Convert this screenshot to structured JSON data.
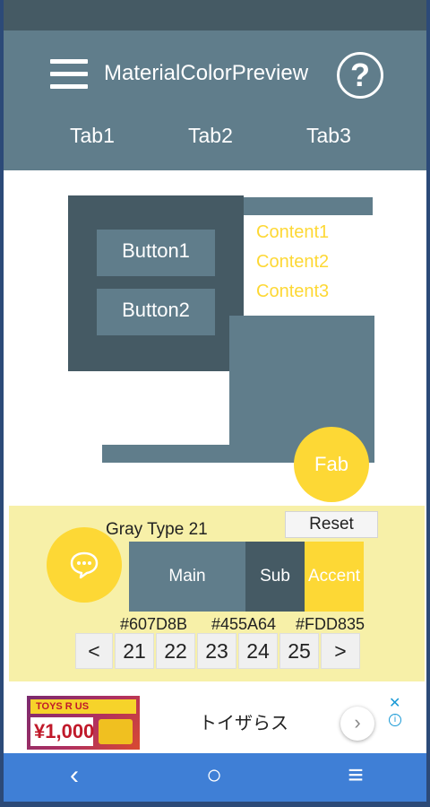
{
  "app_bar": {
    "title": "MaterialColorPreview",
    "menu_icon": "hamburger-menu-icon",
    "help_icon": "help-circle-icon",
    "help_glyph": "?",
    "tabs": [
      "Tab1",
      "Tab2",
      "Tab3"
    ]
  },
  "preview": {
    "buttons": [
      "Button1",
      "Button2"
    ],
    "contents": [
      "Content1",
      "Content2",
      "Content3"
    ],
    "fab_label": "Fab"
  },
  "palette": {
    "type_label": "Gray Type 21",
    "reset_label": "Reset",
    "chat_icon": "chat-bubble-icon",
    "swatches": [
      {
        "label": "Main",
        "hex": "#607D8B"
      },
      {
        "label": "Sub",
        "hex": "#455A64"
      },
      {
        "label": "Accent",
        "hex": "#FDD835"
      }
    ],
    "pager": {
      "prev": "<",
      "pages": [
        "21",
        "22",
        "23",
        "24",
        "25"
      ],
      "next": ">"
    }
  },
  "ad": {
    "brand_logo": "TOYS R US",
    "price_text": "¥1,000",
    "text": "トイザらス",
    "arrow": "›",
    "close": "✕",
    "info": "i"
  },
  "nav_bar": {
    "back_glyph": "‹",
    "home_glyph": "○",
    "menu_glyph": "≡"
  },
  "colors": {
    "primary": "#607D8B",
    "primary_dark": "#455A64",
    "accent": "#FDD835",
    "panel_bg": "#F7F0A8",
    "nav_bar": "#3F7FD6"
  }
}
